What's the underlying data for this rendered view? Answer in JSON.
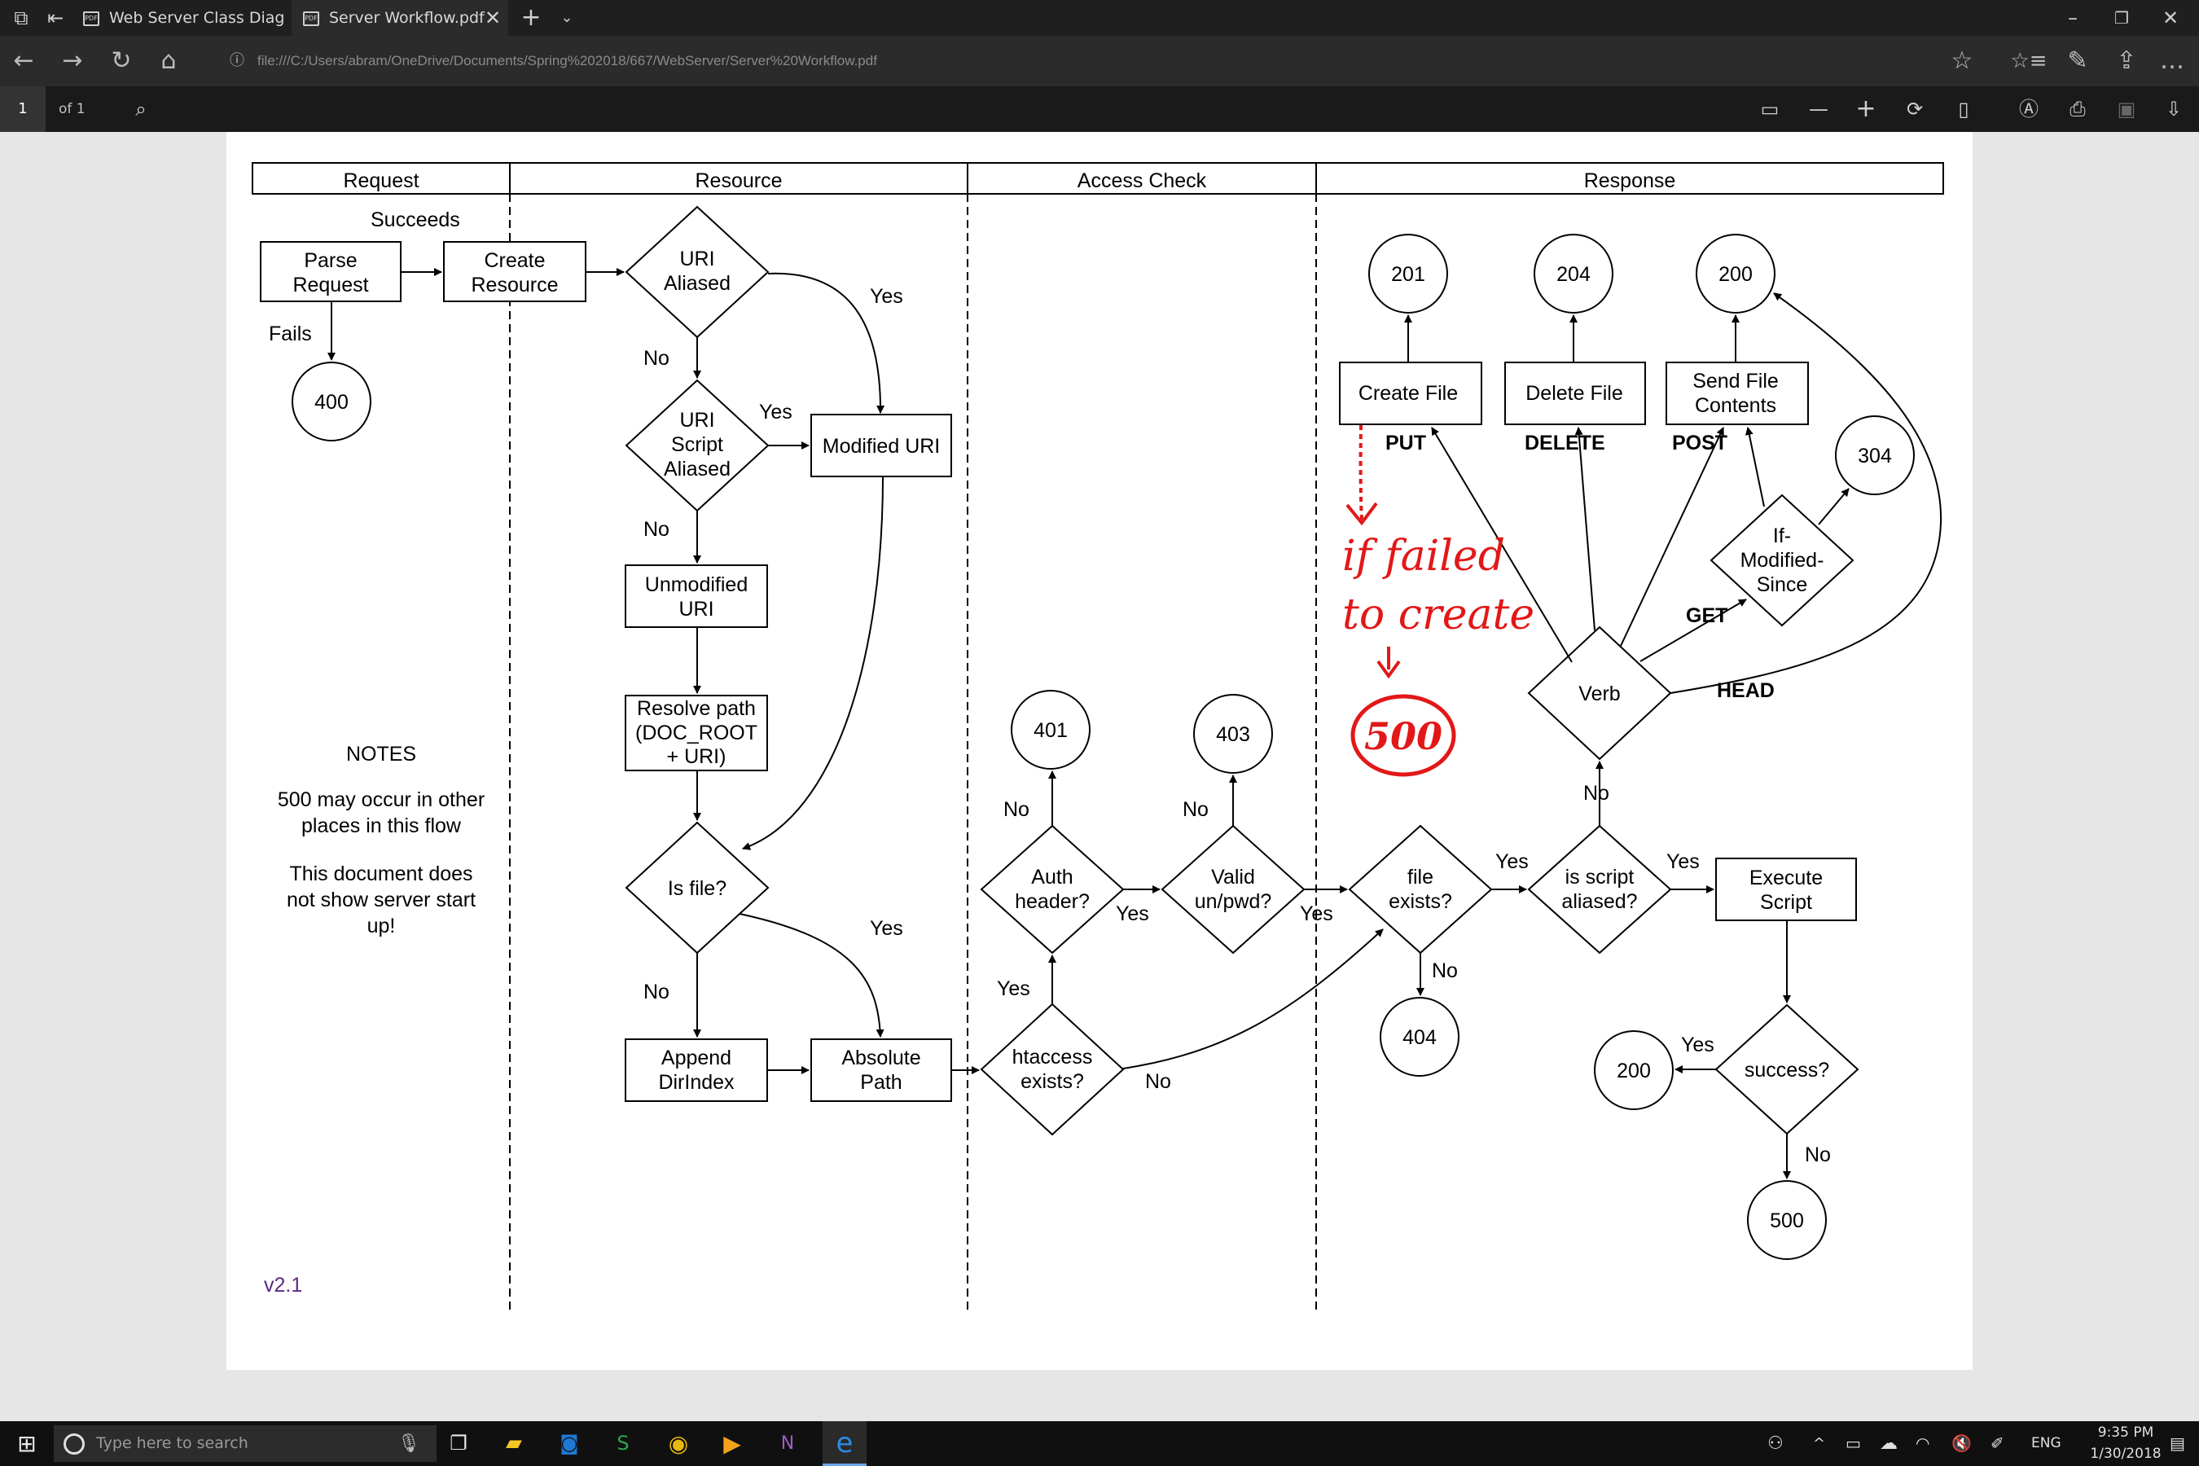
{
  "browser": {
    "tabs": [
      {
        "label": "Web Server Class Diagram.p"
      },
      {
        "label": "Server Workflow.pdf"
      }
    ],
    "url": "file:///C:/Users/abram/OneDrive/Documents/Spring%202018/667/WebServer/Server%20Workflow.pdf"
  },
  "pdf_toolbar": {
    "page": "1",
    "of": "of 1"
  },
  "diagram": {
    "lanes": {
      "request": "Request",
      "resource": "Resource",
      "access": "Access Check",
      "response": "Response"
    },
    "nodes": {
      "parse": [
        "Parse",
        "Request"
      ],
      "create_res": [
        "Create",
        "Resource"
      ],
      "uri_aliased": [
        "URI",
        "Aliased"
      ],
      "uri_script": [
        "URI",
        "Script",
        "Aliased"
      ],
      "modified_uri": "Modified URI",
      "unmodified": [
        "Unmodified",
        "URI"
      ],
      "resolve": [
        "Resolve path",
        "(DOC_ROOT",
        "+ URI)"
      ],
      "is_file": "Is file?",
      "append": [
        "Append",
        "DirIndex"
      ],
      "absolute": [
        "Absolute",
        "Path"
      ],
      "htaccess": [
        "htaccess",
        "exists?"
      ],
      "auth": [
        "Auth",
        "header?"
      ],
      "valid": [
        "Valid",
        "un/pwd?"
      ],
      "file_exists": [
        "file",
        "exists?"
      ],
      "script_aliased": [
        "is script",
        "aliased?"
      ],
      "execute": [
        "Execute",
        "Script"
      ],
      "success": "success?",
      "verb": "Verb",
      "if_mod": [
        "If-",
        "Modified-",
        "Since"
      ],
      "create_file": "Create File",
      "delete_file": "Delete File",
      "send_file": [
        "Send File",
        "Contents"
      ]
    },
    "codes": {
      "c400": "400",
      "c401": "401",
      "c403": "403",
      "c404": "404",
      "c201": "201",
      "c204": "204",
      "c200a": "200",
      "c304": "304",
      "c200b": "200",
      "c500": "500"
    },
    "labels": {
      "succeeds": "Succeeds",
      "fails": "Fails",
      "yes": "Yes",
      "no": "No",
      "put": "PUT",
      "delete": "DELETE",
      "post": "POST",
      "get": "GET",
      "head": "HEAD"
    },
    "notes": {
      "title": "NOTES",
      "line1": [
        "500 may occur in other",
        "places in this flow"
      ],
      "line2": [
        "This document does",
        "not show server start",
        "up!"
      ]
    },
    "version": "v2.1",
    "handwritten": {
      "line1": "if failed",
      "line2": "to create",
      "code": "500"
    }
  },
  "taskbar": {
    "search_placeholder": "Type here to search",
    "lang": "ENG",
    "time": "9:35 PM",
    "date": "1/30/2018"
  }
}
